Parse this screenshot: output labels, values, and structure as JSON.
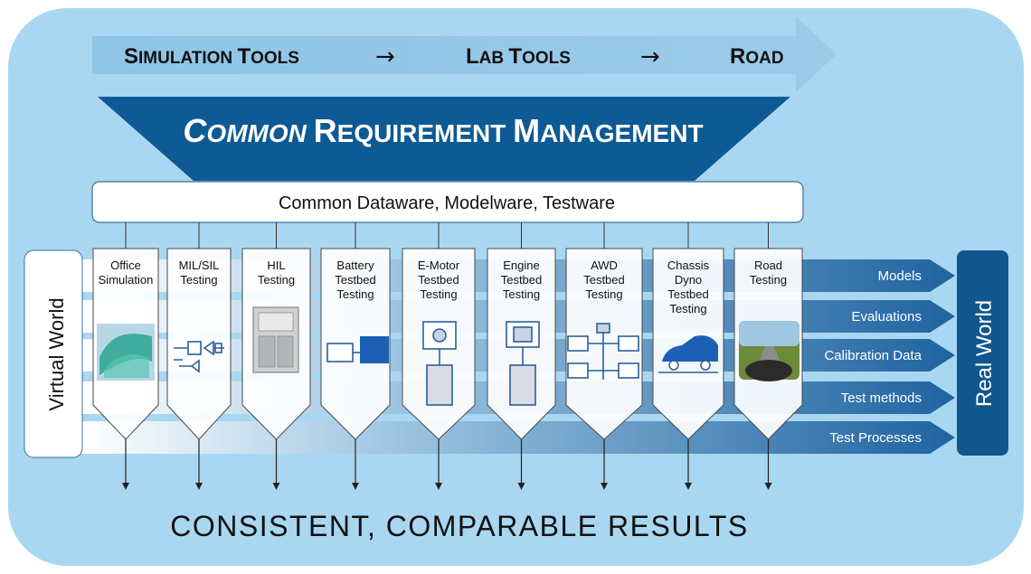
{
  "top_arrow": {
    "stage1_first": "S",
    "stage1_rest": "IMULATION ",
    "stage1b_first": "T",
    "stage1b_rest": "OOLS",
    "arrow1": "→",
    "stage2_first": "L",
    "stage2_rest": "AB ",
    "stage2b_first": "T",
    "stage2b_rest": "OOLS",
    "arrow2": "→",
    "stage3_first": "R",
    "stage3_rest": "OAD"
  },
  "funnel": {
    "w1_first": "C",
    "w1_rest": "OMMON",
    "w2_first": "R",
    "w2_rest": "EQUIREMENT",
    "w3_first": "M",
    "w3_rest": "ANAGEMENT"
  },
  "common_box": {
    "label": "Common  Dataware,  Modelware,  Testware"
  },
  "left_world": {
    "label": "Virtual World"
  },
  "right_world": {
    "label": "Real World"
  },
  "bands": [
    "Models",
    "Evaluations",
    "Calibration Data",
    "Test methods",
    "Test Processes"
  ],
  "columns": [
    {
      "lines": [
        "Office",
        "Simulation"
      ]
    },
    {
      "lines": [
        "MIL/SIL",
        "Testing"
      ]
    },
    {
      "lines": [
        "HIL",
        "Testing"
      ]
    },
    {
      "lines": [
        "Battery",
        "Testbed",
        "Testing"
      ]
    },
    {
      "lines": [
        "E-Motor",
        "Testbed",
        "Testing"
      ]
    },
    {
      "lines": [
        "Engine",
        "Testbed",
        "Testing"
      ]
    },
    {
      "lines": [
        "AWD",
        "Testbed",
        "Testing"
      ]
    },
    {
      "lines": [
        "Chassis",
        "Dyno",
        "Testbed",
        "Testing"
      ]
    },
    {
      "lines": [
        "Road",
        "Testing"
      ]
    }
  ],
  "results": {
    "label": "CONSISTENT, COMPARABLE RESULTS"
  },
  "colors": {
    "background_panel": "#a9d7f1",
    "arrow_light": "#8fc2e3",
    "funnel_dark": "#0e5a94",
    "band_blue": "#3a78ad",
    "real_world": "#11568f"
  }
}
